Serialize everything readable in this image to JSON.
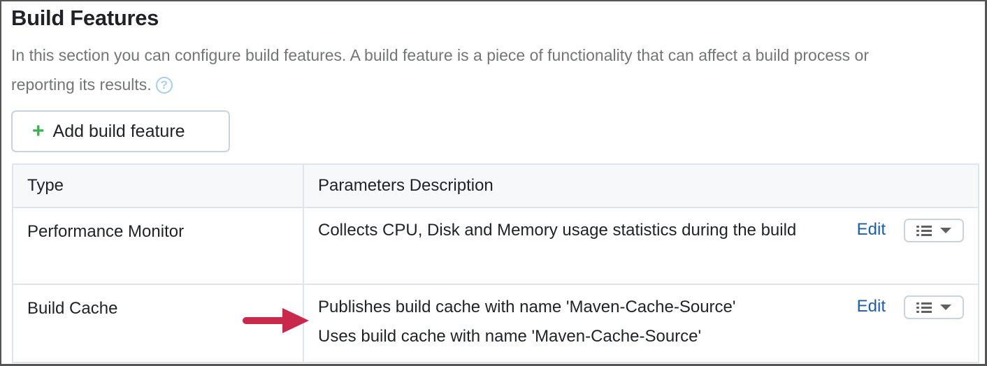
{
  "section": {
    "title": "Build Features",
    "description": "In this section you can configure build features. A build feature is a piece of functionality that can affect a build process or reporting its results.",
    "help_icon": "question-circle-icon"
  },
  "toolbar": {
    "add_label": "Add build feature",
    "add_icon": "plus-icon",
    "add_icon_color": "#3fb04e"
  },
  "table": {
    "columns": [
      "Type",
      "Parameters Description"
    ],
    "rows": [
      {
        "type": "Performance Monitor",
        "params": "Collects CPU, Disk and Memory usage statistics during the build",
        "edit_label": "Edit",
        "menu_icon": "list-dropdown-icon"
      },
      {
        "type": "Build Cache",
        "params_line1": "Publishes build cache with name 'Maven-Cache-Source'",
        "params_line2": "Uses build cache with name 'Maven-Cache-Source'",
        "edit_label": "Edit",
        "menu_icon": "list-dropdown-icon"
      }
    ]
  },
  "annotation": {
    "arrow_color": "#c9294a",
    "arrow_icon": "arrow-right-icon"
  },
  "colors": {
    "link": "#1d5fa3",
    "border": "#dfe5ec",
    "header_bg": "#f7f8fa"
  }
}
